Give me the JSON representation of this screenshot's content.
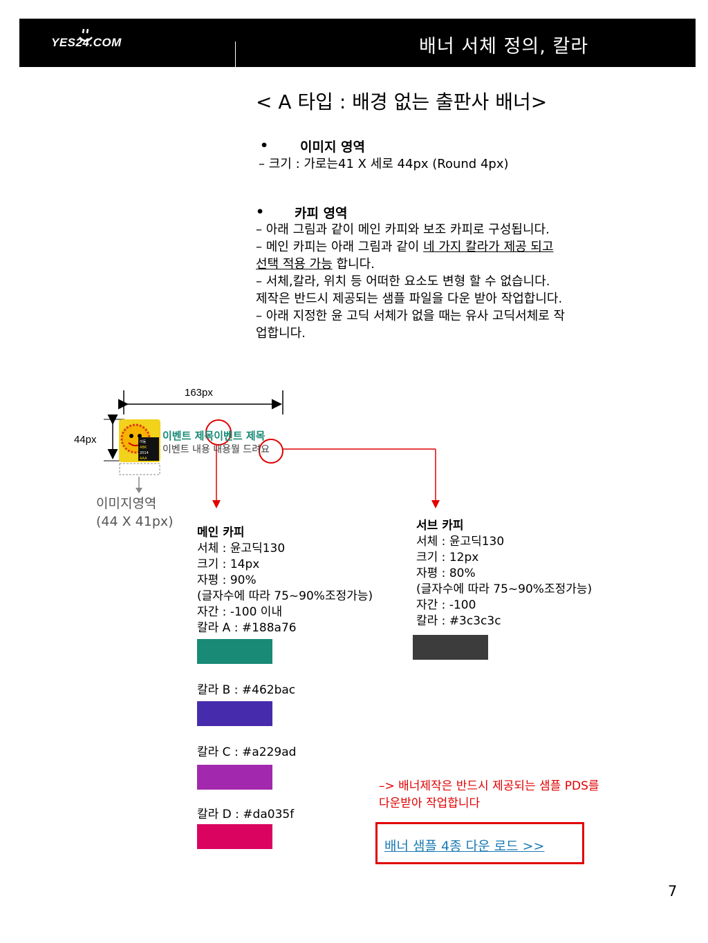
{
  "header": {
    "logo": "YES24.COM",
    "title": "배너 서체 정의, 칼라"
  },
  "section_title": "<  A 타입 : 배경 없는 출판사 배너>",
  "image_area": {
    "bullet": "•",
    "heading": "이미지 영역",
    "size_line": "–  크기 : 가로는41 X 세로 44px (Round 4px)"
  },
  "copy_area": {
    "bullet": "•",
    "heading": "카피 영역",
    "line1": "– 아래 그림과 같이 메인 카피와 보조 카피로 구성됩니다.",
    "line2_prefix": "– 메인 카피는 아래 그림과 같이 ",
    "line2_underlined": "네 가지 칼라가 제공 되고",
    "line3_underlined": "선택 적용 가능",
    "line3_suffix": " 합니다.",
    "line4": "– 서체,칼라, 위치 등 어떠한 요소도 변형 할 수 없습니다.",
    "line5": "제작은 반드시 제공되는 샘플 파일을 다운 받아 작업합니다.",
    "line6": "– 아래 지정한 윤 고딕 서체가 없을 때는 유사 고딕서체로 작",
    "line7": "업합니다."
  },
  "diagram": {
    "width_label": "163px",
    "height_label": "44px",
    "banner_title": "이벤트 제목이벤트 제목",
    "banner_sub": "이벤트 내용 내용뭘 드려요",
    "thumb_text": "아동 ABK 2014 AAA",
    "image_area_label_1": "이미지영역",
    "image_area_label_2": "(44 X 41px)"
  },
  "main_copy": {
    "heading": "메인 카피",
    "font": "서체 : 윤고딕130",
    "size": "크기 : 14px",
    "ratio": "자평 : 90%",
    "ratio_note": "(글자수에 따라 75~90%조정가능)",
    "tracking": "자간 : -100 이내",
    "colors": [
      {
        "label": "칼라 A : #188a76",
        "hex": "#188a76"
      },
      {
        "label": "칼라 B : #462bac",
        "hex": "#462bac"
      },
      {
        "label": "칼라 C : #a229ad",
        "hex": "#a229ad"
      },
      {
        "label": "칼라 D : #da035f",
        "hex": "#da035f"
      }
    ]
  },
  "sub_copy": {
    "heading": "서브 카피",
    "font": "서체 : 윤고딕130",
    "size": "크기 : 12px",
    "ratio": "자평 : 80%",
    "ratio_note": "(글자수에 따라 75~90%조정가능)",
    "tracking": "자간 : -100",
    "color_label": "칼라 : #3c3c3c",
    "color_hex": "#3c3c3c"
  },
  "notice": {
    "line1": "–>  배너제작은 반드시 제공되는 샘플 PDS를",
    "line2": "다운받아 작업합니다"
  },
  "download_link": "배너 샘플 4종 다운 로드 >>",
  "page_number": "7",
  "accent_colors": {
    "red": "#e00000",
    "link": "#1a7ab4"
  }
}
